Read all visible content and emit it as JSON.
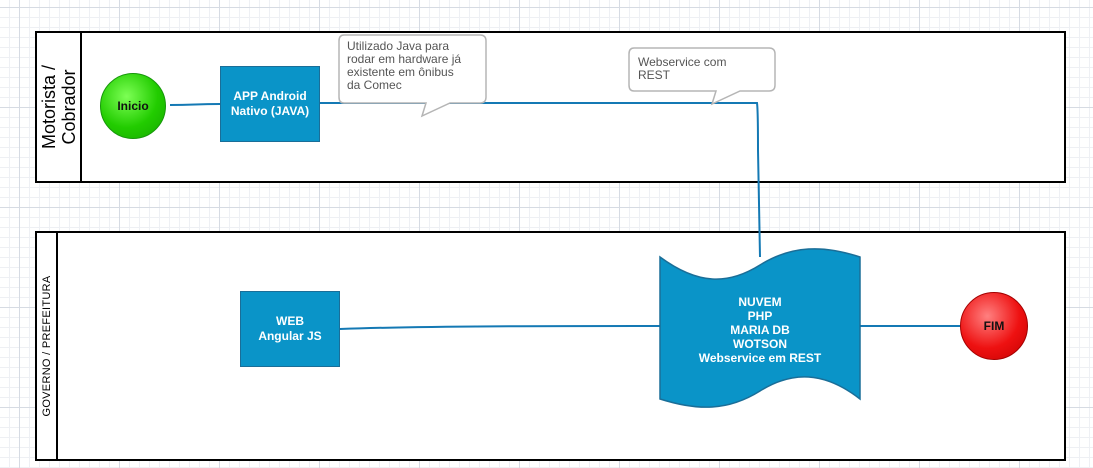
{
  "lanes": {
    "top": {
      "title_lines": [
        "Motorista /",
        "Cobrador"
      ]
    },
    "bottom": {
      "title": "GOVERNO / PREFEITURA"
    }
  },
  "nodes": {
    "start": "Inicio",
    "app": [
      "APP Android",
      "Nativo (JAVA)"
    ],
    "web": [
      "WEB",
      "Angular JS"
    ],
    "cloud": [
      "NUVEM",
      "PHP",
      "MARIA DB",
      "WOTSON",
      "Webservice em REST"
    ],
    "end": "FIM"
  },
  "callouts": {
    "java": "Utilizado Java para\nrodar em hardware já\nexistente em ônibus\nda Comec",
    "webservice": "Webservice com\nREST"
  },
  "colors": {
    "box_fill": "#0a94c8",
    "connector": "#1479b4",
    "start_green": "#22cc00",
    "end_red": "#ee1111"
  }
}
